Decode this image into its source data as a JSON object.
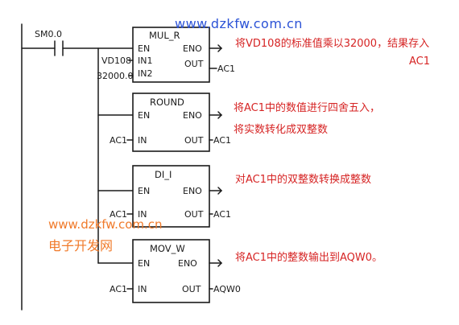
{
  "watermarks": {
    "top": "www.dzkfw.com.cn",
    "bottom_url": "www.dzkfw.com.cn",
    "bottom_cn": "电子开发网"
  },
  "contact": {
    "label": "SM0.0"
  },
  "blocks": [
    {
      "title": "MUL_R",
      "pins": {
        "en": "EN",
        "eno": "ENO",
        "in1": "IN1",
        "in2": "IN2",
        "out": "OUT"
      },
      "in1_value": "VD108",
      "in2_value": "32000.0",
      "out_value": "AC1",
      "note_lines": [
        "将VD108的标准值乘以32000，结果存入",
        "AC1"
      ]
    },
    {
      "title": "ROUND",
      "pins": {
        "en": "EN",
        "eno": "ENO",
        "in": "IN",
        "out": "OUT"
      },
      "in_value": "AC1",
      "out_value": "AC1",
      "note_lines": [
        "将AC1中的数值进行四舍五入，",
        "将实数转化成双整数"
      ]
    },
    {
      "title": "DI_I",
      "pins": {
        "en": "EN",
        "eno": "ENO",
        "in": "IN",
        "out": "OUT"
      },
      "in_value": "AC1",
      "out_value": "AC1",
      "note_lines": [
        "对AC1中的双整数转换成整数"
      ]
    },
    {
      "title": "MOV_W",
      "pins": {
        "en": "EN",
        "eno": "ENO",
        "in": "IN",
        "out": "OUT"
      },
      "in_value": "AC1",
      "out_value": "AQW0",
      "note_lines": [
        "将AC1中的整数输出到AQW0。"
      ]
    }
  ]
}
